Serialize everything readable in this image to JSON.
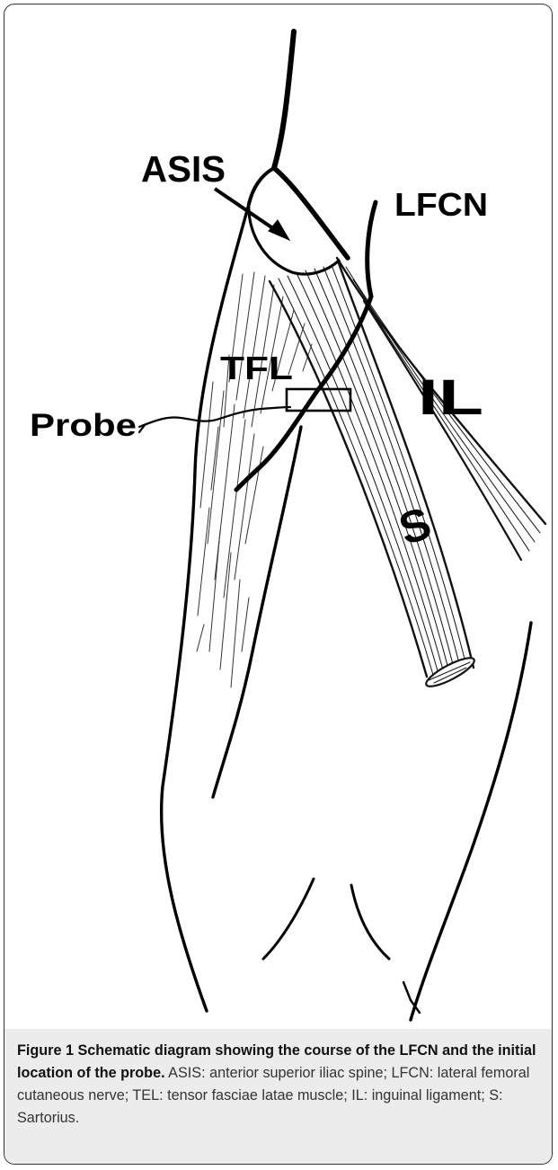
{
  "figure": {
    "labels": {
      "asis": "ASIS",
      "lfcn": "LFCN",
      "tfl": "TFL",
      "il": "IL",
      "probe": "Probe",
      "s": "S"
    },
    "caption": {
      "title": "Figure 1 Schematic diagram showing the course of the LFCN and the initial location of the probe.",
      "body": " ASIS: anterior superior iliac spine; LFCN: lateral femoral cutaneous nerve; TEL: tensor fasciae latae muscle; IL: inguinal ligament; S: Sartorius."
    }
  },
  "colors": {
    "ink": "#000000",
    "caption_background": "#ececec",
    "caption_text": "#333333"
  }
}
